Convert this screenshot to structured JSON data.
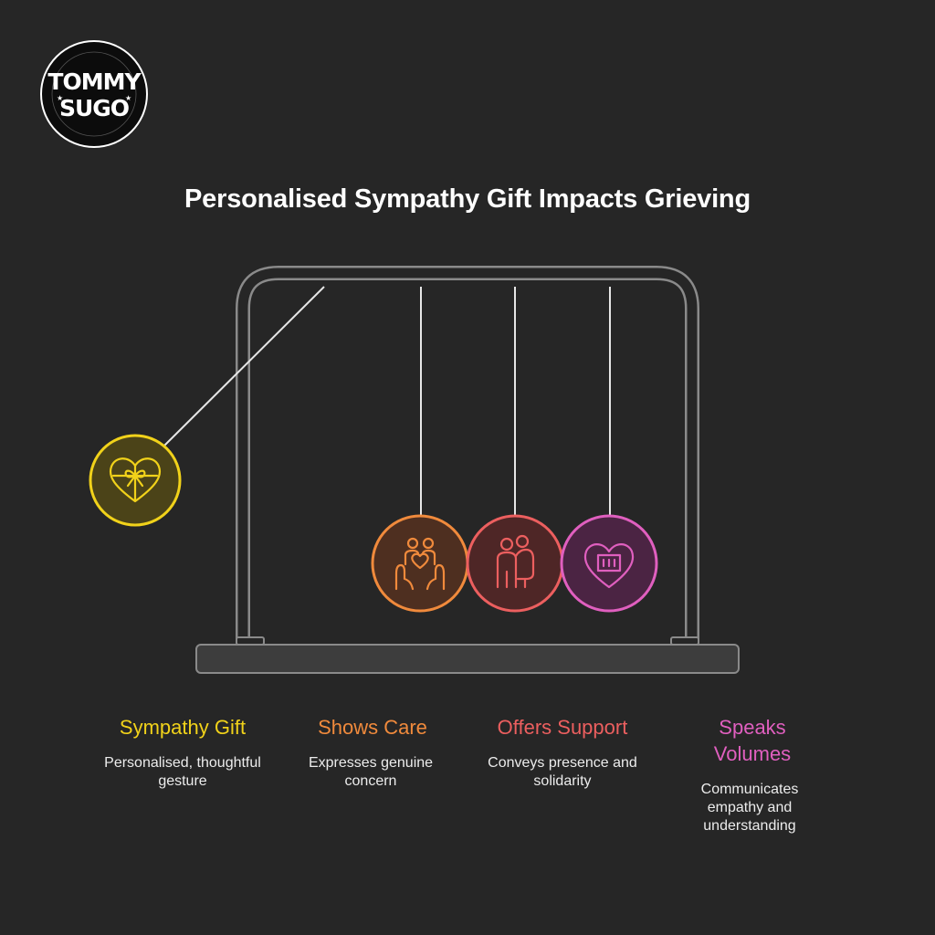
{
  "logo": {
    "line1": "TOMMY",
    "line2": "SUGO"
  },
  "title": "Personalised Sympathy Gift Impacts Grieving",
  "steps": [
    {
      "label": "Sympathy Gift",
      "description": "Personalised, thoughtful gesture",
      "color": "#f1d21a",
      "icon": "heart-gift-icon"
    },
    {
      "label": "Shows Care",
      "description": "Expresses genuine concern",
      "color": "#f08a3c",
      "icon": "hands-holding-family-icon"
    },
    {
      "label": "Offers Support",
      "description": "Conveys presence and solidarity",
      "color": "#ec5f5f",
      "icon": "people-embrace-icon"
    },
    {
      "label": "Speaks Volumes",
      "description": "Communicates empathy and understanding",
      "color": "#e05fbf",
      "icon": "heart-letter-icon"
    }
  ]
}
